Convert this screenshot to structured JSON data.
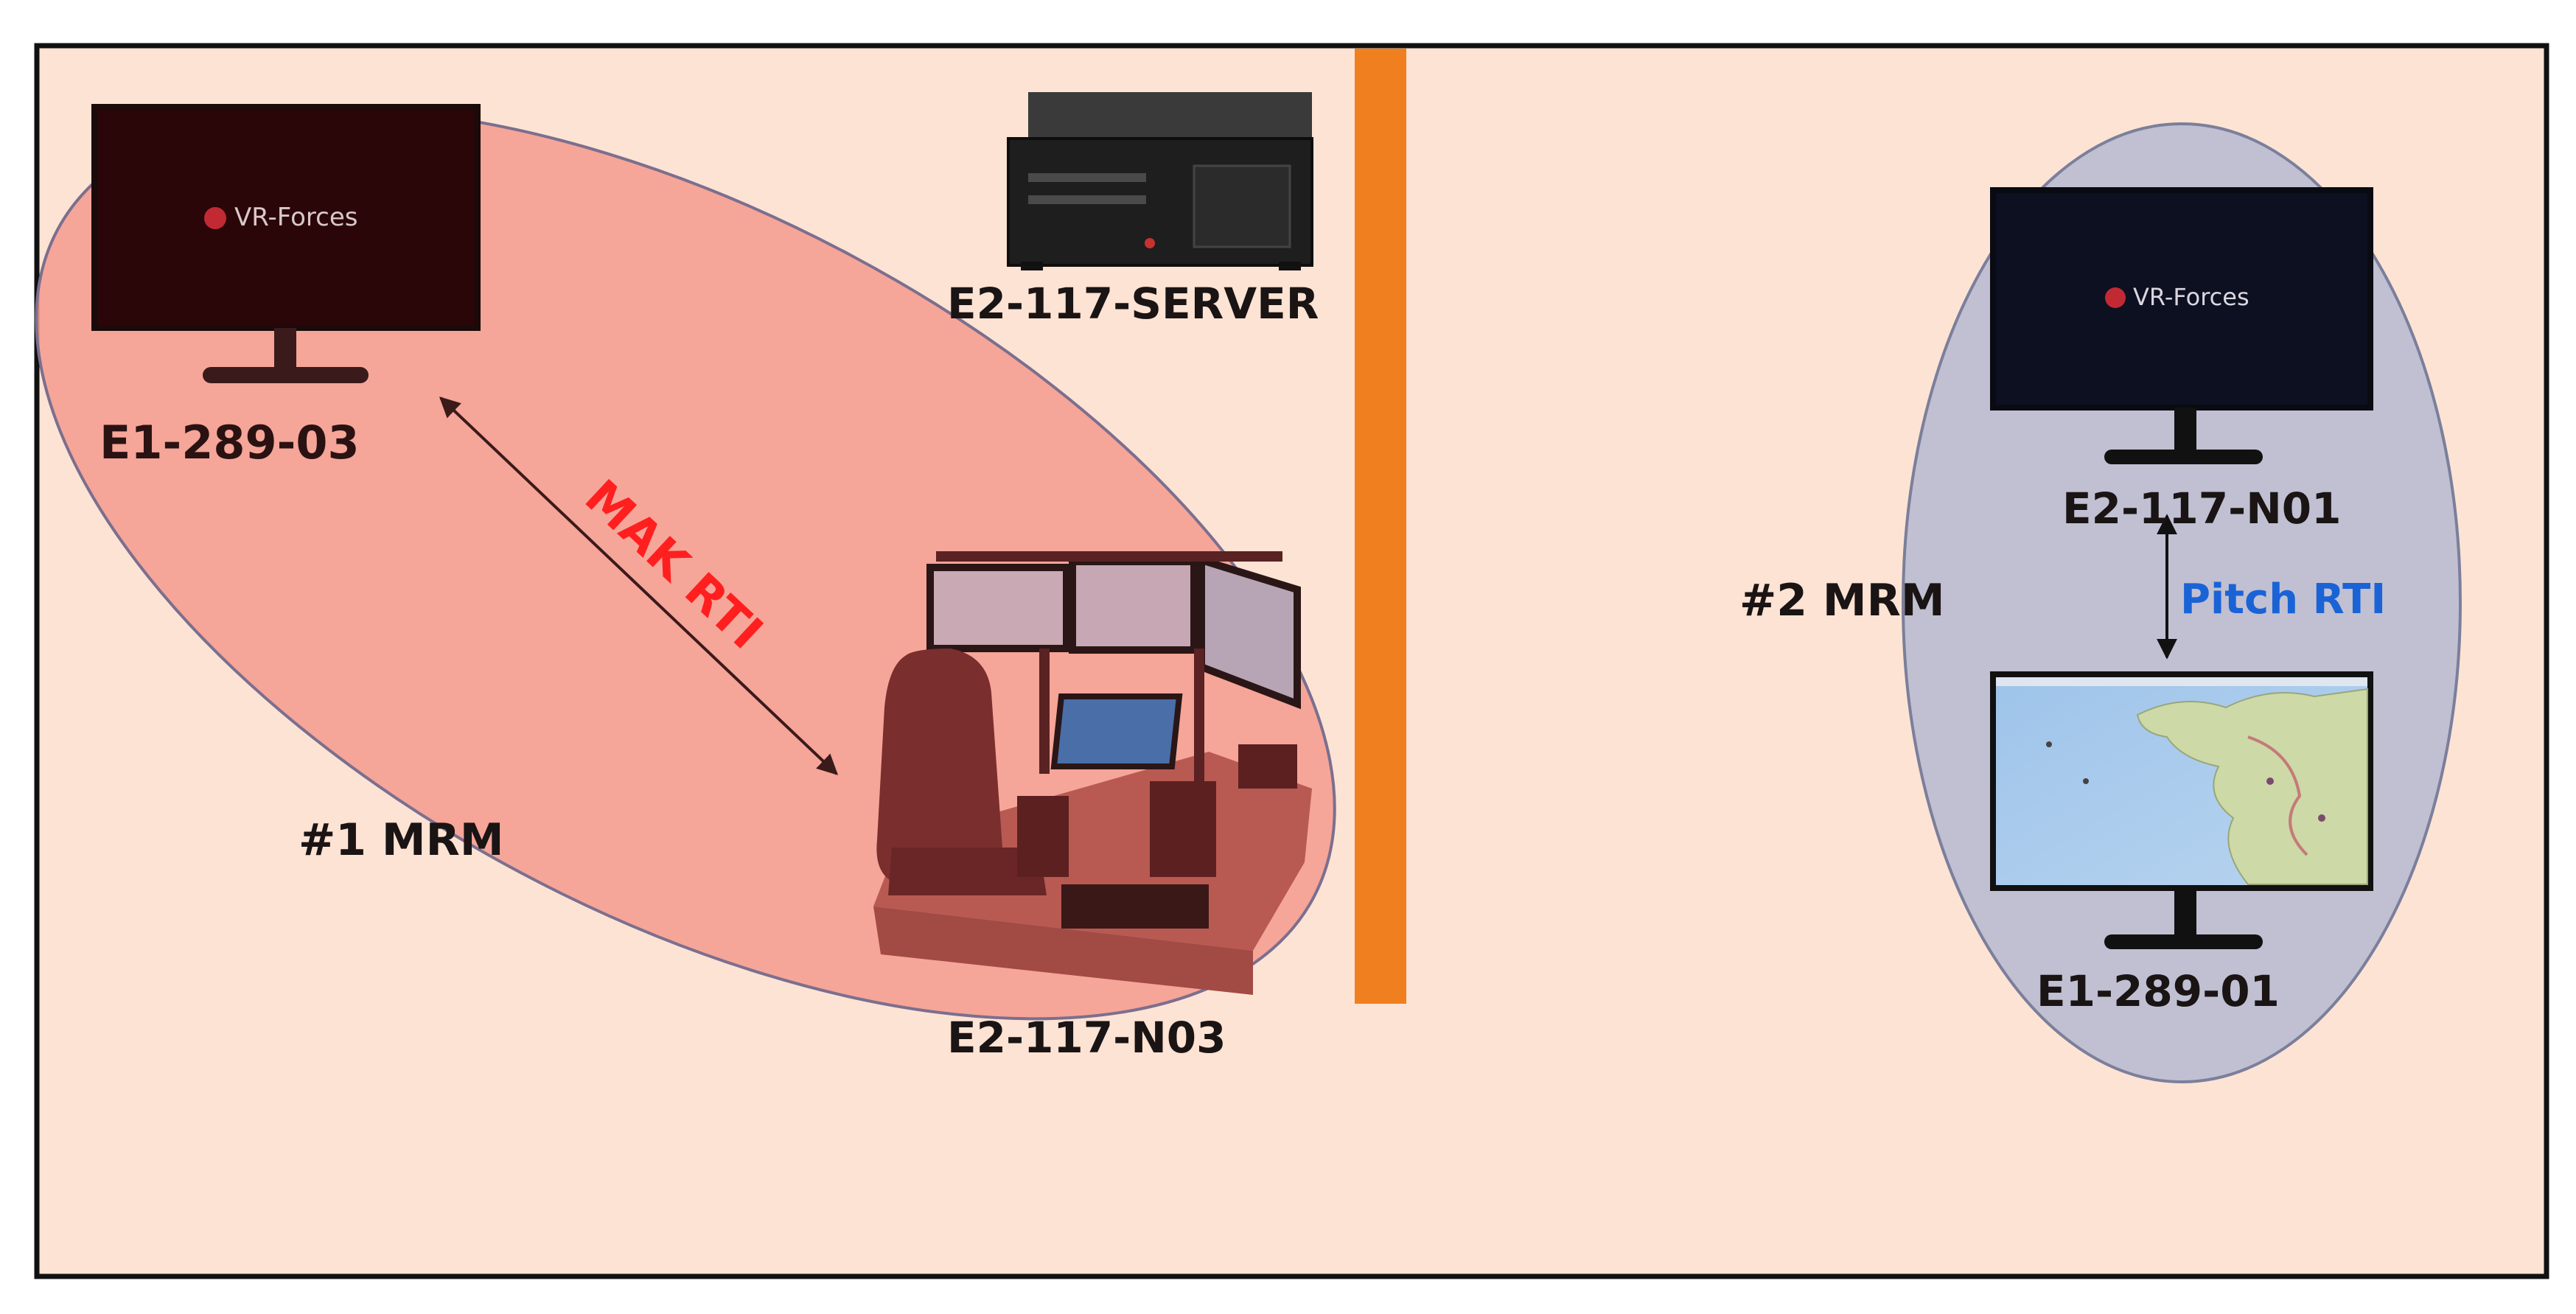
{
  "diagram": {
    "colors": {
      "background": "#fde3d4",
      "frame": "#111111",
      "divider": "#f07f1f",
      "zone1_fill": "#f59a8e",
      "zone2_fill": "#b9bbd2",
      "red_label": "#ff1f1f",
      "blue_label": "#1a63d6",
      "text": "#1a1414"
    },
    "groups": [
      {
        "id": "mrm1",
        "label": "#1 MRM"
      },
      {
        "id": "mrm2",
        "label": "#2 MRM"
      }
    ],
    "nodes": [
      {
        "id": "E1-289-03",
        "label": "E1-289-03",
        "kind": "monitor",
        "screen_text": "VR-Forces",
        "group": "mrm1"
      },
      {
        "id": "E2-117-SERVER",
        "label": "E2-117-SERVER",
        "kind": "server",
        "group": "none"
      },
      {
        "id": "E2-117-N03",
        "label": "E2-117-N03",
        "kind": "cockpit-simulator",
        "group": "mrm1"
      },
      {
        "id": "E2-117-N01",
        "label": "E2-117-N01",
        "kind": "monitor",
        "screen_text": "VR-Forces",
        "group": "mrm2"
      },
      {
        "id": "E1-289-01",
        "label": "E1-289-01",
        "kind": "monitor-map",
        "group": "mrm2"
      }
    ],
    "links": [
      {
        "from": "E1-289-03",
        "to": "E2-117-N03",
        "label": "MAK RTI",
        "direction": "both"
      },
      {
        "from": "E2-117-N01",
        "to": "E1-289-01",
        "label": "Pitch RTI",
        "direction": "both"
      }
    ]
  }
}
